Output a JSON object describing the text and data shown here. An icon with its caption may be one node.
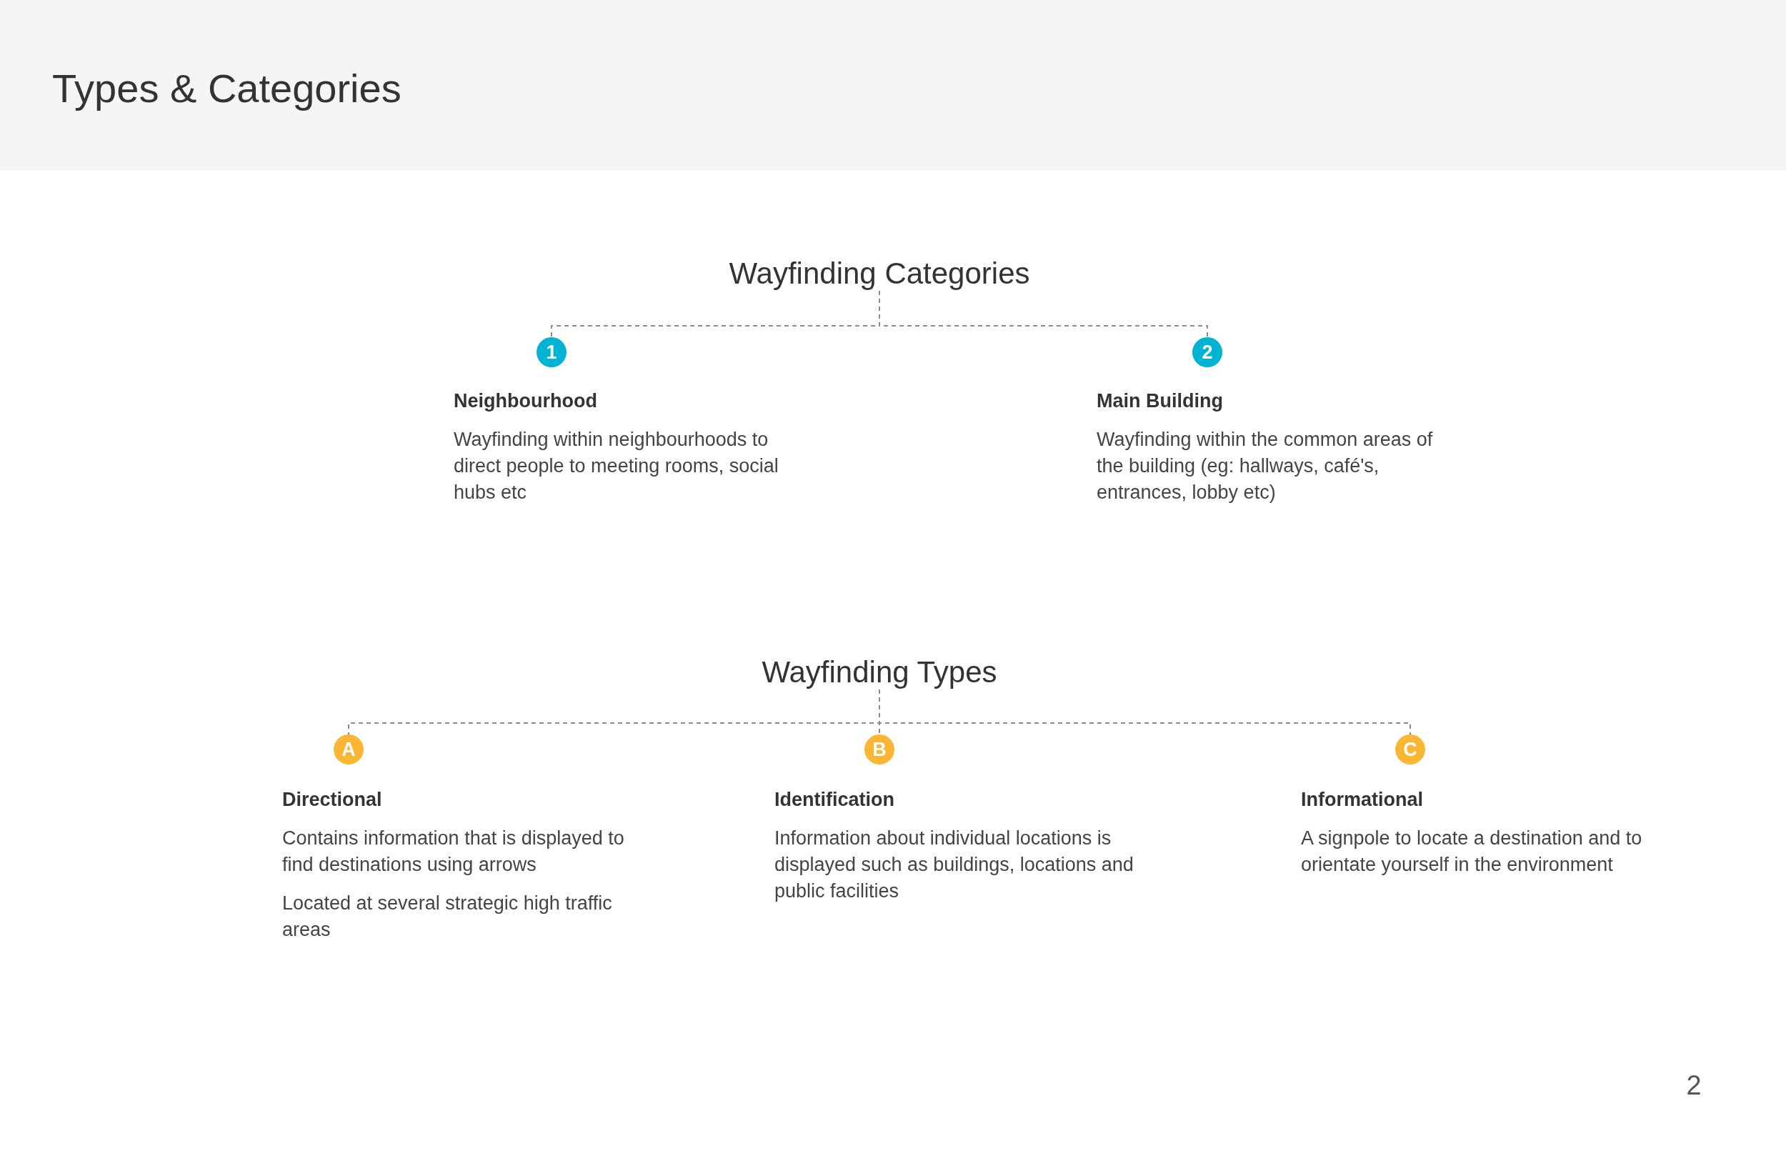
{
  "diagram": {
    "title": "Types & Categories",
    "nodes": [
      {
        "text": [
          "Wayfinding Categories"
        ]
      },
      {
        "text": [
          "1"
        ],
        "beside": [
          "Neighbourhood",
          "Wayfinding within neighbourhoods to direct people to meeting rooms, social hubs etc"
        ]
      },
      {
        "text": [
          "2"
        ],
        "beside": [
          "Main Building",
          "Wayfinding within the common areas of the building (eg: hallways, café's, entrances, lobby etc)"
        ]
      },
      {
        "text": [
          "Wayfinding Types"
        ]
      },
      {
        "text": [
          "A"
        ],
        "beside": [
          "Directional",
          "Contains information that is displayed to find destinations using arrows",
          "Located at several strategic high traffic areas"
        ]
      },
      {
        "text": [
          "B"
        ],
        "beside": [
          "Identification",
          "Information about individual locations is displayed such as buildings, locations and public facilities"
        ]
      },
      {
        "text": [
          "C"
        ],
        "beside": [
          "Informational",
          "A signpole to locate a destination and to orientate yourself in the environment"
        ]
      }
    ],
    "edges": [
      {
        "from": 0,
        "to": 1,
        "arrow": "none",
        "style": "dashed"
      },
      {
        "from": 0,
        "to": 2,
        "arrow": "none",
        "style": "dashed"
      },
      {
        "from": 3,
        "to": 4,
        "arrow": "none",
        "style": "dashed"
      },
      {
        "from": 3,
        "to": 5,
        "arrow": "none",
        "style": "dashed"
      },
      {
        "from": 3,
        "to": 6,
        "arrow": "none",
        "style": "dashed"
      }
    ],
    "labels": [
      "2"
    ]
  }
}
